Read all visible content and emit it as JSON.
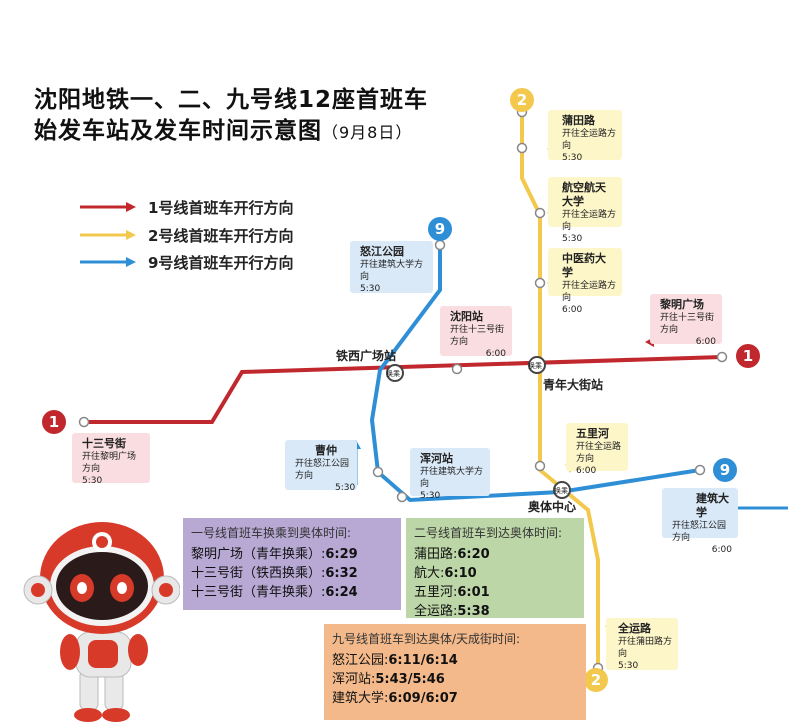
{
  "title": {
    "line1": "沈阳地铁一、二、九号线12座首班车",
    "line2": "始发车站及发车时间示意图",
    "date": "（9月8日）"
  },
  "legend": [
    {
      "label": "1号线首班车开行方向",
      "color": "#c0282d"
    },
    {
      "label": "2号线首班车开行方向",
      "color": "#f2c94c"
    },
    {
      "label": "9号线首班车开行方向",
      "color": "#2f8fd6"
    }
  ],
  "lines": {
    "line1": {
      "num": "1",
      "color": "#c0282d"
    },
    "line2": {
      "num": "2",
      "color": "#f2c94c"
    },
    "line9": {
      "num": "9",
      "color": "#2f8fd6"
    }
  },
  "stations": {
    "tiexi": "铁西广场站",
    "qingnian": "青年大街站",
    "aoti": "奥体中心",
    "transfer": "换乘"
  },
  "cards": {
    "putian": {
      "name": "蒲田路",
      "dir": "开往全运路方向",
      "time": "5:30"
    },
    "hangkong": {
      "name": "航空航天大学",
      "dir": "开往全运路方向",
      "time": "5:30"
    },
    "zhongyiyao": {
      "name": "中医药大学",
      "dir": "开往全运路方向",
      "time": "6:00"
    },
    "nujiang": {
      "name": "怒江公园",
      "dir": "开往建筑大学方向",
      "time": "5:30"
    },
    "shenyang": {
      "name": "沈阳站",
      "dir": "开往十三号街方向",
      "time": "6:00"
    },
    "liming": {
      "name": "黎明广场",
      "dir": "开往十三号街方向",
      "time": "6:00"
    },
    "shisan": {
      "name": "十三号街",
      "dir": "开往黎明广场方向",
      "time": "5:30"
    },
    "cao": {
      "name": "曹仲",
      "dir": "开往怒江公园方向",
      "time": "5:30"
    },
    "hunhe": {
      "name": "浑河站",
      "dir": "开往建筑大学方向",
      "time": "5:30"
    },
    "wulihe": {
      "name": "五里河",
      "dir": "开往全运路方向",
      "time": "6:00"
    },
    "jianzhu": {
      "name": "建筑大学",
      "dir": "开往怒江公园方向",
      "time": "6:00"
    },
    "quanyun": {
      "name": "全运路",
      "dir": "开往蒲田路方向",
      "time": "5:30"
    }
  },
  "info1": {
    "heading": "一号线首班车换乘到奥体时间:",
    "rows": [
      {
        "label": "黎明广场（青年换乘）:",
        "time": "6:29"
      },
      {
        "label": "十三号街（铁西换乘）:",
        "time": "6:32"
      },
      {
        "label": "十三号街（青年换乘）:",
        "time": "6:24"
      }
    ]
  },
  "info2": {
    "heading": "二号线首班车到达奥体时间:",
    "rows": [
      {
        "label": "蒲田路:",
        "time": "6:20"
      },
      {
        "label": "航大:",
        "time": "6:10"
      },
      {
        "label": "五里河:",
        "time": "6:01"
      },
      {
        "label": "全运路:",
        "time": "5:38"
      }
    ]
  },
  "info3": {
    "heading": "九号线首班车到达奥体/天成街时间:",
    "rows": [
      {
        "label": "怒江公园:",
        "time": "6:11/6:14"
      },
      {
        "label": "浑河站:",
        "time": "5:43/5:46"
      },
      {
        "label": "建筑大学:",
        "time": "6:09/6:07"
      }
    ]
  }
}
